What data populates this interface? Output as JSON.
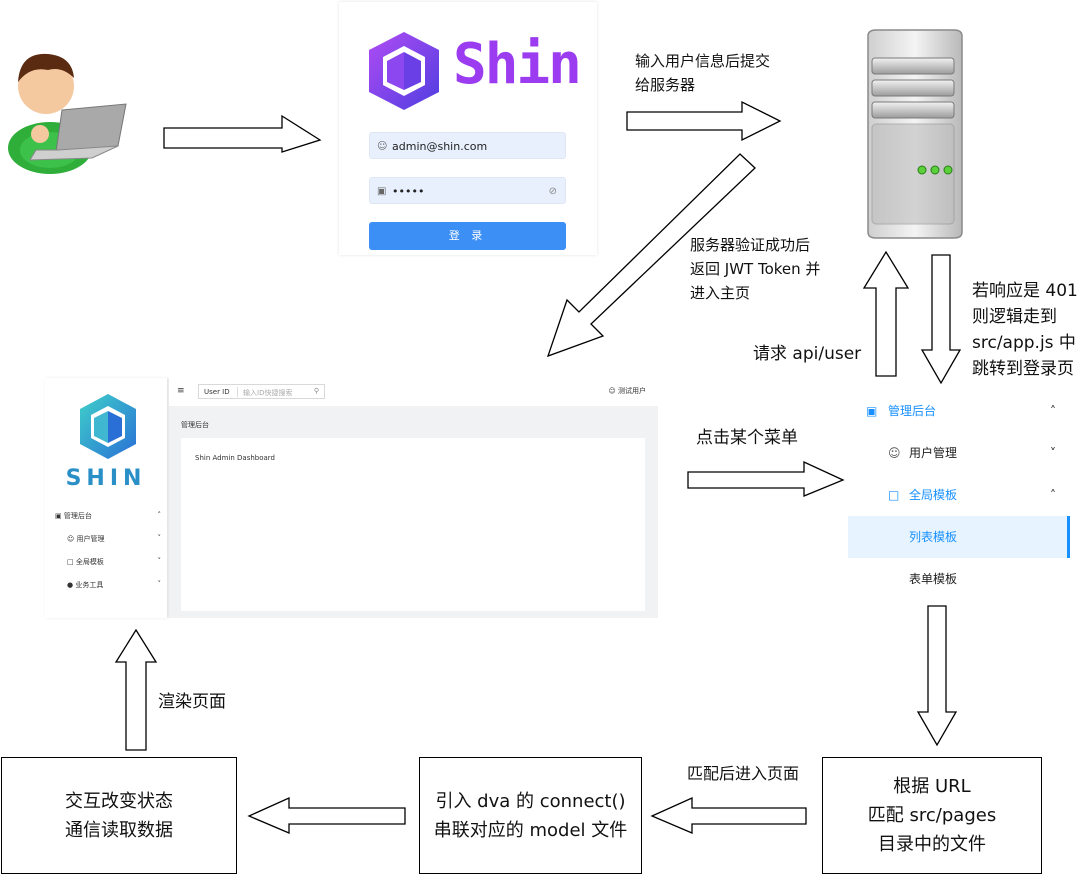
{
  "login": {
    "brand": "Shin",
    "email": "admin@shin.com",
    "password_mask": "•••••",
    "submit_label": "登 录"
  },
  "notes": {
    "submit": [
      "输入用户信息后提交",
      "给服务器"
    ],
    "verify": [
      "服务器验证成功后",
      "返回 JWT Token 并",
      "进入主页"
    ],
    "response_401": [
      "若响应是 401",
      "则逻辑走到",
      "src/app.js 中",
      "跳转到登录页"
    ],
    "request_api": "请求 api/user",
    "click_menu": "点击某个菜单",
    "match_enter": "匹配后进入页面",
    "render": "渲染页面"
  },
  "dashboard": {
    "brand": "SHIN",
    "menu": [
      "管理后台",
      "用户管理",
      "全局模板",
      "业务工具"
    ],
    "search_select": "User ID",
    "search_placeholder": "输入ID快捷搜索",
    "user": "测试用户",
    "breadcrumb": "管理后台",
    "content_title": "Shin Admin Dashboard"
  },
  "menu_panel": {
    "items": [
      "管理后台",
      "用户管理",
      "全局模板",
      "列表模板",
      "表单模板"
    ]
  },
  "boxes": {
    "url_match": [
      "根据 URL",
      "匹配 src/pages",
      "目录中的文件"
    ],
    "dva_connect": [
      "引入 dva 的 connect()",
      "串联对应的 model 文件"
    ],
    "interaction": [
      "交互改变状态",
      "通信读取数据"
    ]
  },
  "colors": {
    "accent": "#1890ff",
    "login_button": "#3b8ff5",
    "shin_purple": "#9b3cf0",
    "shin_teal": "#2bb6c8"
  }
}
